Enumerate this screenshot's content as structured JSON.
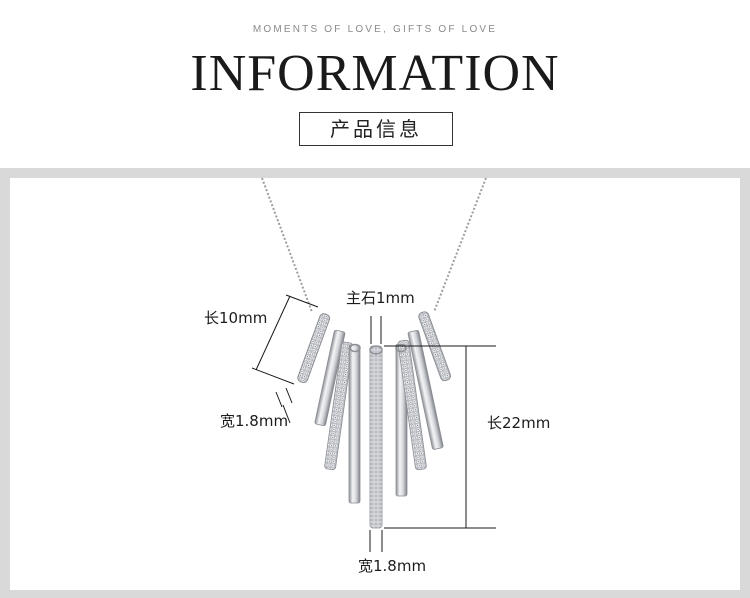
{
  "header": {
    "tagline": "MOMENTS OF LOVE, GIFTS OF LOVE",
    "title": "INFORMATION",
    "subtitle": "产品信息"
  },
  "dimensions": {
    "left_bar_length": "长10mm",
    "left_bar_width": "宽1.8mm",
    "main_stone": "主石1mm",
    "center_bar_length": "长22mm",
    "center_bar_width": "宽1.8mm"
  },
  "colors": {
    "frame": "#d9d9d9",
    "silver": "#c9ccd1",
    "dimension_line": "#1a1a1a"
  }
}
